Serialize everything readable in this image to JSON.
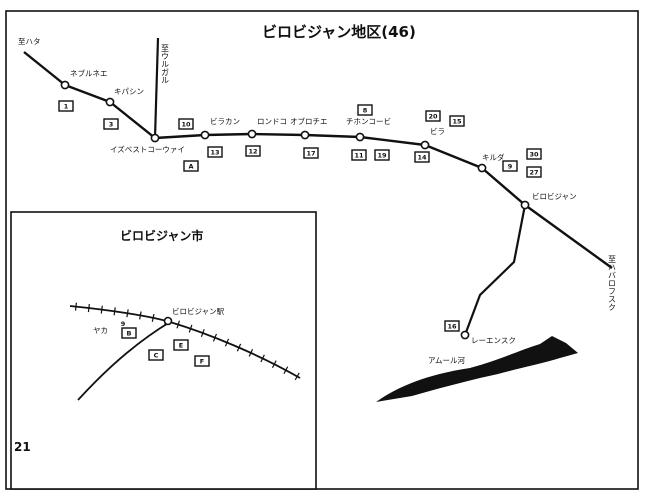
{
  "map": {
    "title": "ビロビジャン地区(46)",
    "inset_title": "ビロビジャン市",
    "page_number": "21"
  },
  "stations": [
    {
      "id": "mochi",
      "label": "ネブルネエ",
      "badges": [
        {
          "text": "1"
        }
      ]
    },
    {
      "id": "kinashi",
      "label": "キパシン",
      "badges": [
        {
          "text": "3"
        }
      ]
    },
    {
      "id": "izu",
      "label": "イズベストコーウァイ",
      "badges": [
        {
          "text": "10"
        },
        {
          "text": "13"
        },
        {
          "text": "A"
        }
      ]
    },
    {
      "id": "birakan",
      "label": "ビラカン",
      "badges": []
    },
    {
      "id": "londoko",
      "label": "ロンドコ",
      "badges": [
        {
          "text": "12"
        }
      ]
    },
    {
      "id": "obluch",
      "label": "オブロチエ",
      "badges": [
        {
          "text": "17"
        }
      ]
    },
    {
      "id": "tihon",
      "label": "チホンコービ",
      "badges": [
        {
          "text": "8"
        },
        {
          "text": "11"
        },
        {
          "text": "19"
        }
      ]
    },
    {
      "id": "bira",
      "label": "ビラ",
      "badges": [
        {
          "text": "20"
        },
        {
          "text": "15"
        },
        {
          "text": "14"
        }
      ]
    },
    {
      "id": "kuldur",
      "label": "キルダ",
      "badges": [
        {
          "text": "9"
        },
        {
          "text": "30"
        },
        {
          "text": "27"
        }
      ]
    },
    {
      "id": "birobidzhan",
      "label": "ビロビジャン",
      "badges": []
    },
    {
      "id": "lenin",
      "label": "レーエンスク",
      "badges": [
        {
          "text": "16"
        }
      ]
    }
  ],
  "lines": {
    "west_label": "至ハタ",
    "north_label": "至ウルガル",
    "east_label": "至ハバロフスク"
  },
  "river_label": "アムール河",
  "inset": {
    "station_label": "ビロビジャン駅",
    "west_label": "ヤカ",
    "badges": [
      {
        "text": "9"
      },
      {
        "text": "B"
      },
      {
        "text": "C"
      },
      {
        "text": "E"
      },
      {
        "text": "F"
      }
    ]
  },
  "colors": {
    "ink": "#111111",
    "paper": "#ffffff"
  }
}
